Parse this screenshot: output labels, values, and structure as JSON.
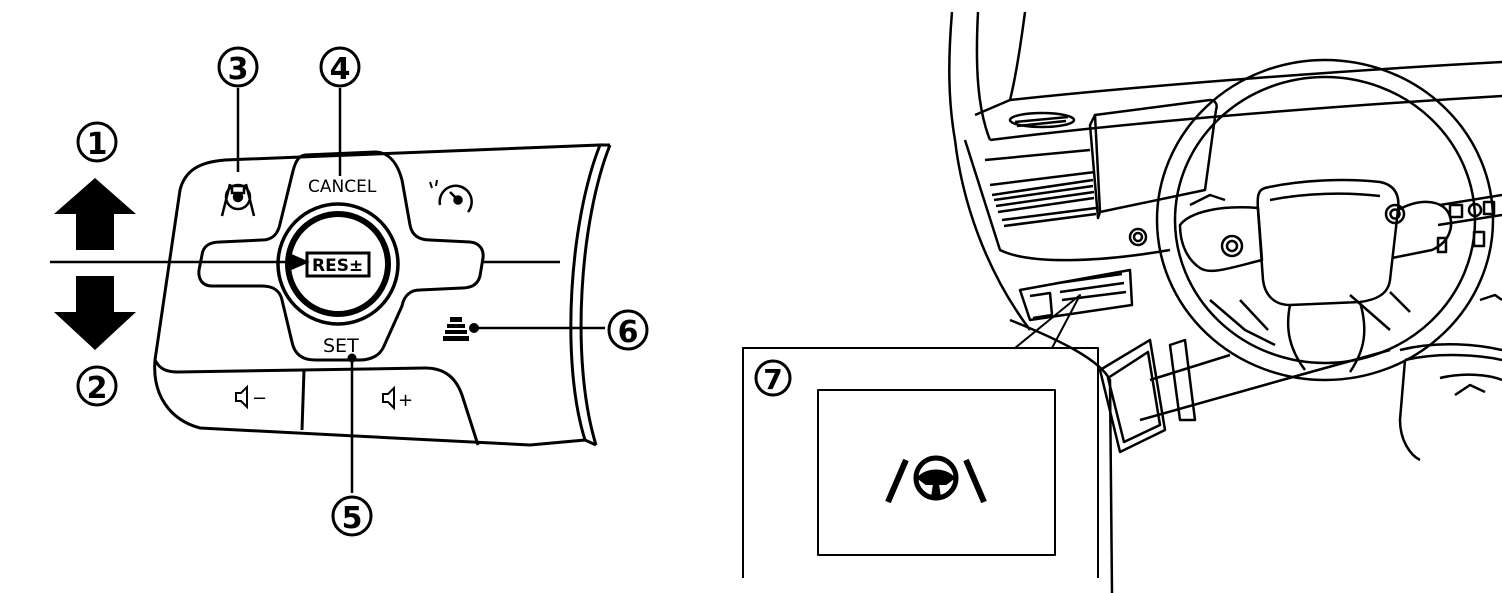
{
  "diagram": {
    "callouts": {
      "c1": "1",
      "c2": "2",
      "c3": "3",
      "c4": "4",
      "c5": "5",
      "c6": "6",
      "c7": "7"
    },
    "switch_panel": {
      "cancel_label": "CANCEL",
      "res_label": "RES±",
      "set_label": "SET",
      "volume_down_label": "−",
      "volume_up_label": "+"
    },
    "icons": {
      "pilot_assist": "steering-assist-icon",
      "intelligent_cruise": "speedometer-cruise-icon",
      "distance": "distance-icon",
      "volume": "speaker-icon",
      "indicator": "steering-assist-indicator-icon",
      "arrow_up": "arrow-up-icon",
      "arrow_down": "arrow-down-icon"
    },
    "colors": {
      "line": "#000000",
      "background": "#ffffff"
    }
  }
}
